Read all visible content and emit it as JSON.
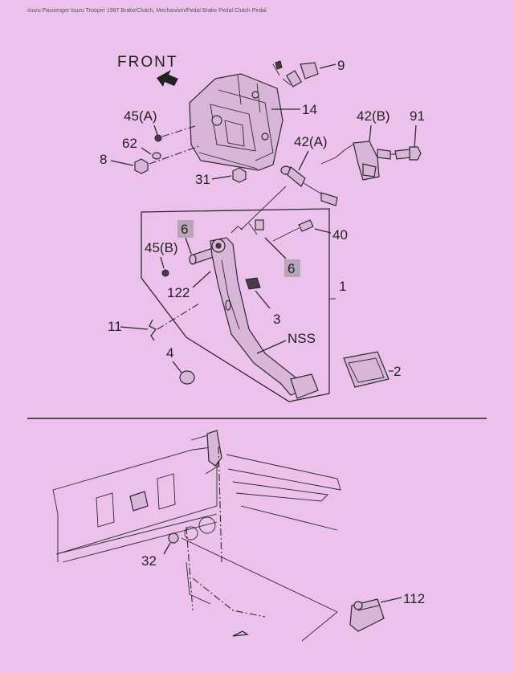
{
  "header": {
    "text": "Isuzu Passenger Isuzu Trooper 1997 Brake/Clutch, Mechanism/Pedal Brake Pedal Clutch Pedal"
  },
  "front_label": "FRONT",
  "callouts": {
    "c9": "9",
    "c14": "14",
    "c45a": "45(A)",
    "c62": "62",
    "c8": "8",
    "c31": "31",
    "c42a": "42(A)",
    "c42b": "42(B)",
    "c91": "91",
    "c6a": "6",
    "c6b": "6",
    "c40": "40",
    "c45b": "45(B)",
    "c122": "122",
    "c1": "1",
    "c3": "3",
    "c11": "11",
    "cnss": "NSS",
    "c4": "4",
    "c2": "2",
    "c32": "32",
    "c112": "112"
  },
  "colors": {
    "background": "#ecc2ec",
    "ink": "#2a2a2a",
    "highlight": "#b8a6b8"
  }
}
